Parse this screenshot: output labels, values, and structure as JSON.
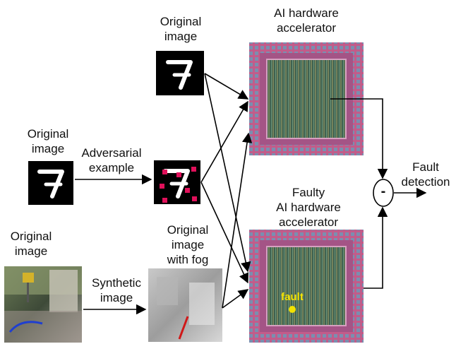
{
  "labels": {
    "top_original_image": "Original\nimage",
    "mid_original_image": "Original\nimage",
    "adversarial_example": "Adversarial\nexample",
    "bottom_original_image": "Original\nimage",
    "synthetic_image": "Synthetic\nimage",
    "original_image_with_fog": "Original\nimage\nwith fog",
    "ai_hardware_accelerator": "AI hardware\naccelerator",
    "faulty_ai_hardware_accelerator": "Faulty\nAI hardware\naccelerator",
    "fault_detection": "Fault\ndetection",
    "fault_marker": "fault",
    "subtract_symbol": "-",
    "digit": "7"
  },
  "colors": {
    "chip_border": "#b04a7a",
    "chip_core": "#3a5a4a",
    "adversarial_dot": "#e0105a",
    "fault_marker": "#f2e200",
    "arrow": "#000000"
  }
}
